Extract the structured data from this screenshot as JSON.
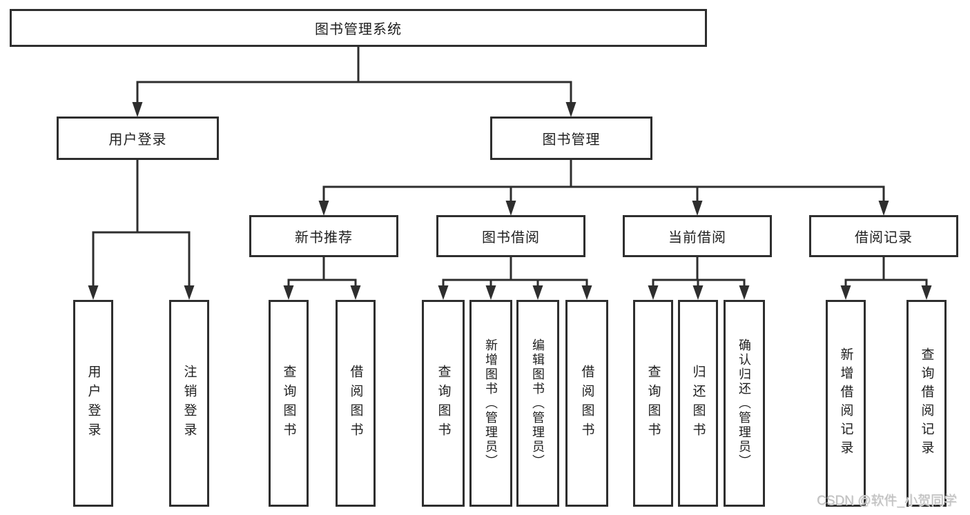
{
  "diagram": {
    "root": {
      "label": "图书管理系统",
      "children": [
        {
          "label": "用户登录",
          "children": [
            {
              "label": "用户登录"
            },
            {
              "label": "注销登录"
            }
          ]
        },
        {
          "label": "图书管理",
          "children": [
            {
              "label": "新书推荐",
              "children": [
                {
                  "label": "查询图书"
                },
                {
                  "label": "借阅图书"
                }
              ]
            },
            {
              "label": "图书借阅",
              "children": [
                {
                  "label": "查询图书"
                },
                {
                  "label": "新增图书（管理员）"
                },
                {
                  "label": "编辑图书（管理员）"
                },
                {
                  "label": "借阅图书"
                }
              ]
            },
            {
              "label": "当前借阅",
              "children": [
                {
                  "label": "查询图书"
                },
                {
                  "label": "归还图书"
                },
                {
                  "label": "确认归还（管理员）"
                }
              ]
            },
            {
              "label": "借阅记录",
              "children": [
                {
                  "label": "新增借阅记录"
                },
                {
                  "label": "查询借阅记录"
                }
              ]
            }
          ]
        }
      ]
    },
    "colors": {
      "line": "#2e2e2e",
      "text": "#1f1f1f",
      "watermark_text": "#c0c0c0",
      "background": "#ffffff"
    }
  },
  "watermark": "CSDN @软件_小贺同学"
}
